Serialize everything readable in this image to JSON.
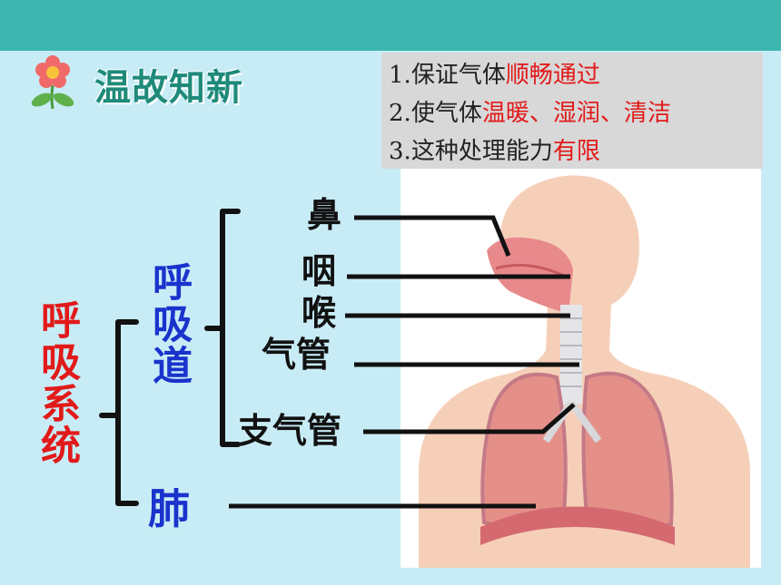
{
  "header": {
    "title": "温故知新",
    "icon": "flower-icon"
  },
  "notes": [
    {
      "num": "1.",
      "text": "保证气体",
      "highlight": "顺畅通过"
    },
    {
      "num": "2.",
      "text": "使气体",
      "highlight": "温暖、湿润、清洁"
    },
    {
      "num": "3.",
      "text": "这种处理能力",
      "highlight": "有限"
    }
  ],
  "diagram": {
    "root": "呼吸系统",
    "airway": "呼吸道",
    "lung": "肺",
    "parts": [
      "鼻",
      "咽",
      "喉",
      "气管",
      "支气管"
    ]
  },
  "colors": {
    "root": "#e21a1a",
    "level2": "#1a33cc",
    "highlight": "#e21a1a",
    "topbar": "#3fb5b0"
  }
}
